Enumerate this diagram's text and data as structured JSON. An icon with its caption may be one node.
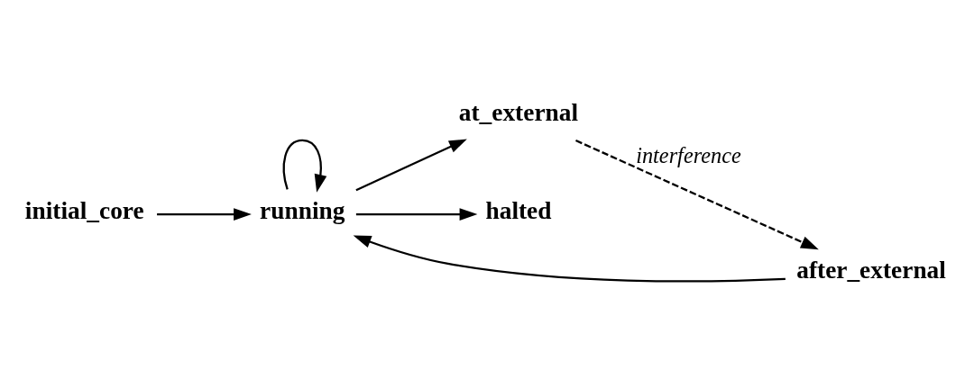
{
  "diagram": {
    "nodes": [
      {
        "text": [
          "initial_core"
        ]
      },
      {
        "text": [
          "running"
        ]
      },
      {
        "text": [
          "at_external"
        ]
      },
      {
        "text": [
          "halted"
        ]
      },
      {
        "text": [
          "after_external"
        ]
      }
    ],
    "edges": [
      {
        "from": 0,
        "to": 1,
        "arrow": "to"
      },
      {
        "from": 1,
        "to": 1,
        "arrow": "to"
      },
      {
        "from": 1,
        "to": 2,
        "arrow": "to"
      },
      {
        "from": 2,
        "to": 4,
        "arrow": "to",
        "style": "dashed",
        "label": "interference"
      },
      {
        "from": 1,
        "to": 3,
        "arrow": "to"
      },
      {
        "from": 4,
        "to": 1,
        "arrow": "to"
      }
    ]
  }
}
